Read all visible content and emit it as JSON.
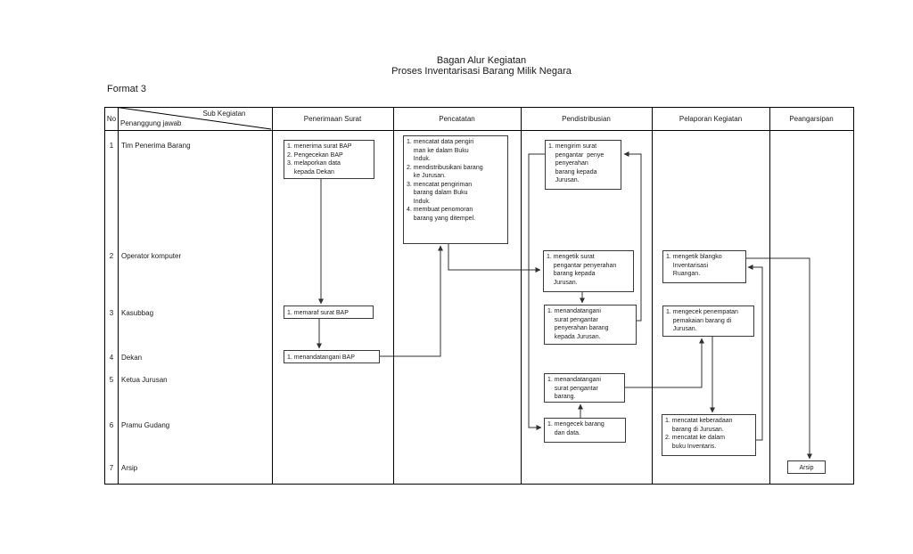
{
  "page": {
    "title_line1": "Bagan Alur Kegiatan",
    "title_line2": "Proses Inventarisasi Barang Milik Negara",
    "format_label": "Format 3"
  },
  "colors": {
    "background": "#ffffff",
    "table_border": "#000000",
    "connector_line": "#303030"
  },
  "table": {
    "header": {
      "no": "No",
      "sub_kegiatan": "Sub Kegiatan",
      "penanggung_jawab": "Penanggung jawab",
      "cols": [
        "Penerimaan Surat",
        "Pencatatan",
        "Pendistribusian",
        "Pelaporan Kegiatan",
        "Peangarsipan"
      ]
    },
    "rows": [
      {
        "no": "1",
        "label": "Tim Penerima Barang"
      },
      {
        "no": "2",
        "label": "Operator komputer"
      },
      {
        "no": "3",
        "label": "Kasubbag"
      },
      {
        "no": "4",
        "label": "Dekan"
      },
      {
        "no": "5",
        "label": "Ketua Jurusan"
      },
      {
        "no": "6",
        "label": "Pramu Gudang"
      },
      {
        "no": "7",
        "label": "Arsip"
      }
    ]
  },
  "flow": {
    "terima_surat": "1. menerima surat BAP\n2. Pengecekan BAP\n3. melaporkan data\n    kepada Dekan",
    "memaraf": "1. memaraf surat BAP",
    "menandatangani_bap": "1. menandatangani BAP",
    "pencatatan": "1. mencatat data pengiri\n    man ke dalam Buku\n    Induk.\n2. mendistribusikani barang\n    ke Jurusan.\n3. mencatat pengiriman\n    barang dalam Buku\n    Induk.\n4. membuat penomoran\n    barang yang ditempel.",
    "mengirim_surat": "1. mengirim surat\n    pengantar  penye\n    penyerahan\n    barang kepada\n    Jurusan.",
    "mengetik_surat": "1. mengetik surat\n    pengantar penyerahan\n    barang kepada\n    Jurusan.",
    "ttd_surat_pengantar": "1. menandatangani\n    surat pengantar\n    penyerahan barang\n    kepada Jurusan.",
    "ttd_pengantar_barang": "1. menandatangani\n    surat pengantar\n    barang.",
    "mengecek_barang": "1. mengecek barang\n    dan data.",
    "mengetik_blangko": "1. mengetik blangko\n    Inventarisasi\n    Ruangan.",
    "mengecek_penempatan": "1. mengecek penempatan\n    pemakaian barang di\n    Jurusan.",
    "mencatat_keberadaan": "1. mencatat keberadaan\n    barang di Jurusan.\n2. mencatat ke dalam\n    buku Inventaris.",
    "arsip": "Arsip"
  }
}
